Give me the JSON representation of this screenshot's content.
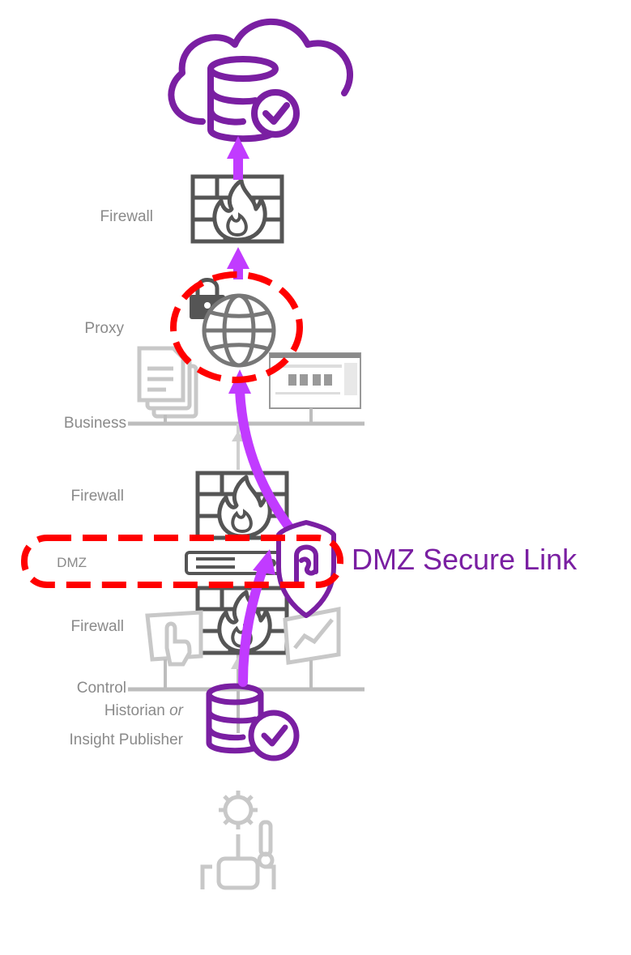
{
  "labels": {
    "firewall_top": "Firewall",
    "proxy": "Proxy",
    "business": "Business",
    "firewall_mid": "Firewall",
    "dmz": "DMZ",
    "firewall_low": "Firewall",
    "historian": "Historian",
    "historian_or": "or",
    "insight_publisher": "Insight Publisher",
    "control": "Control"
  },
  "callout": {
    "text": "DMZ Secure Link"
  },
  "colors": {
    "purple": "#7a1fa2",
    "flow_magenta": "#c13bff",
    "highlight_red": "#ff0000",
    "gray": "#8a8a8a",
    "dark_gray": "#555555",
    "light_gray": "#bdbdbd"
  }
}
